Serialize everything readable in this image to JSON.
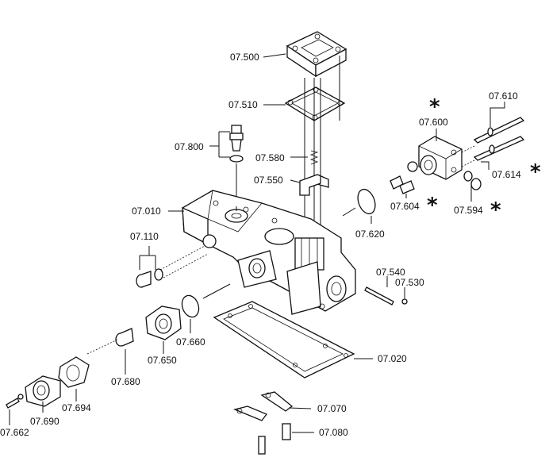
{
  "labels": {
    "p07500": "07.500",
    "p07510": "07.510",
    "p07800": "07.800",
    "p07580": "07.580",
    "p07550": "07.550",
    "p07010": "07.010",
    "p07110": "07.110",
    "p07600": "07.600",
    "p07610": "07.610",
    "p07614": "07.614",
    "p07604": "07.604",
    "p07594": "07.594",
    "p07620": "07.620",
    "p07540": "07.540",
    "p07530": "07.530",
    "p07660": "07.660",
    "p07650": "07.650",
    "p07020": "07.020",
    "p07680": "07.680",
    "p07694": "07.694",
    "p07690": "07.690",
    "p07662": "07.662",
    "p07070": "07.070",
    "p07080": "07.080"
  },
  "markers": {
    "asterisk": "*"
  }
}
